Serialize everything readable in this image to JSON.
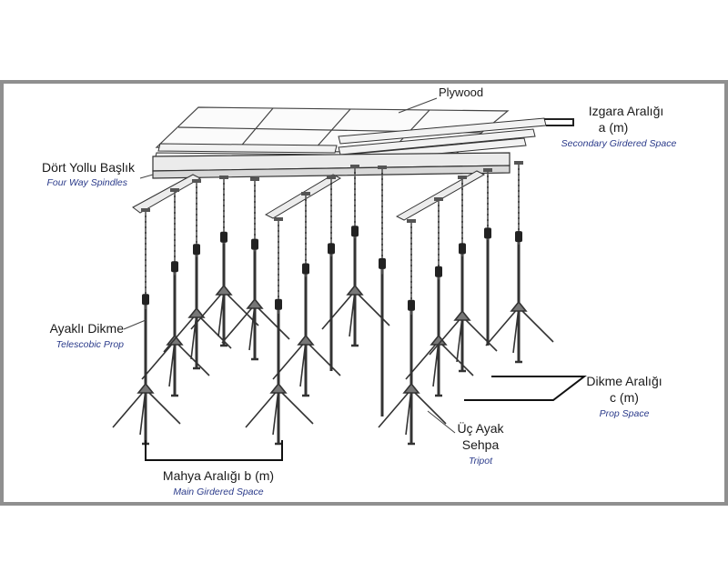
{
  "labels": {
    "plywood": "Plywood",
    "secondary_tr_1": "Izgara Aralığı",
    "secondary_tr_2": "a (m)",
    "secondary_en": "Secondary Girdered Space",
    "spindle_tr": "Dört Yollu Başlık",
    "spindle_en": "Four Way Spindles",
    "prop_tr": "Ayaklı Dikme",
    "prop_en": "Telescobic Prop",
    "propspace_tr_1": "Dikme Aralığı",
    "propspace_tr_2": "c (m)",
    "propspace_en": "Prop Space",
    "tripod_tr_1": "Üç Ayak",
    "tripod_tr_2": "Sehpa",
    "tripod_en": "Tripot",
    "main_tr": "Mahya Aralığı b (m)",
    "main_en": "Main Girdered Space"
  },
  "colors": {
    "border": "#8f8f8f",
    "line": "#1a1a1a",
    "english_text": "#2a3a8a"
  }
}
